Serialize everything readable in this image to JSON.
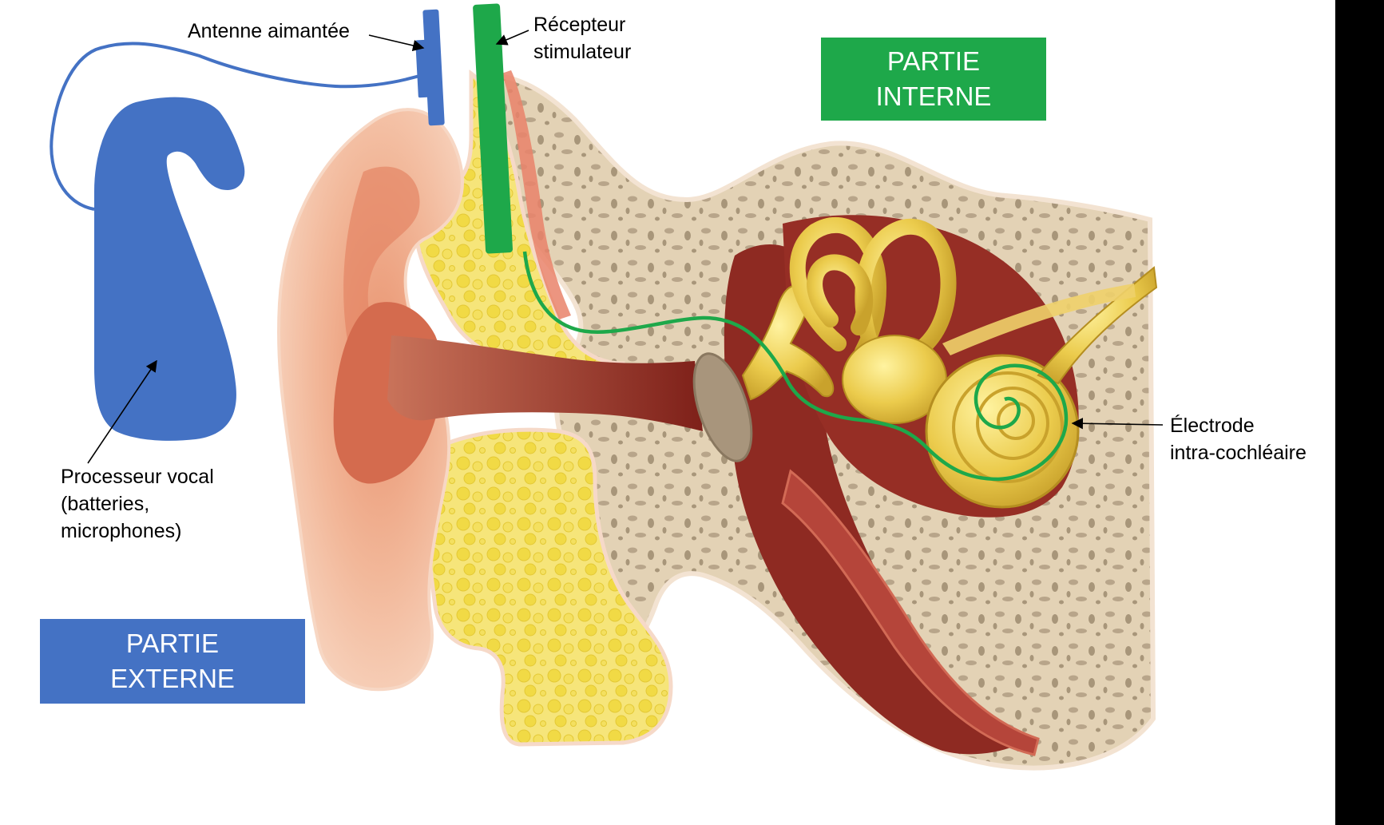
{
  "labels": {
    "antenne": "Antenne aimantée",
    "recepteur": [
      "Récepteur",
      "stimulateur"
    ],
    "processeur": [
      "Processeur vocal",
      "(batteries,",
      "microphones)"
    ],
    "electrode": [
      "Électrode",
      "intra-cochléaire"
    ]
  },
  "boxes": {
    "interne": [
      "PARTIE",
      "INTERNE"
    ],
    "externe": [
      "PARTIE",
      "EXTERNE"
    ]
  },
  "colors": {
    "background_outer": "#000000",
    "background_inner": "#FFFFFF",
    "external_blue": "#4472C4",
    "internal_green": "#1EA84A",
    "bone": "#E3D2B5",
    "bone_pores": "#B8A58A",
    "fat_yellow": "#F3E05A",
    "skin": "#F2B89A",
    "canal_red": "#8C2A22",
    "cochlea_gold": "#E8C84A",
    "tympan": "#A8957C"
  }
}
